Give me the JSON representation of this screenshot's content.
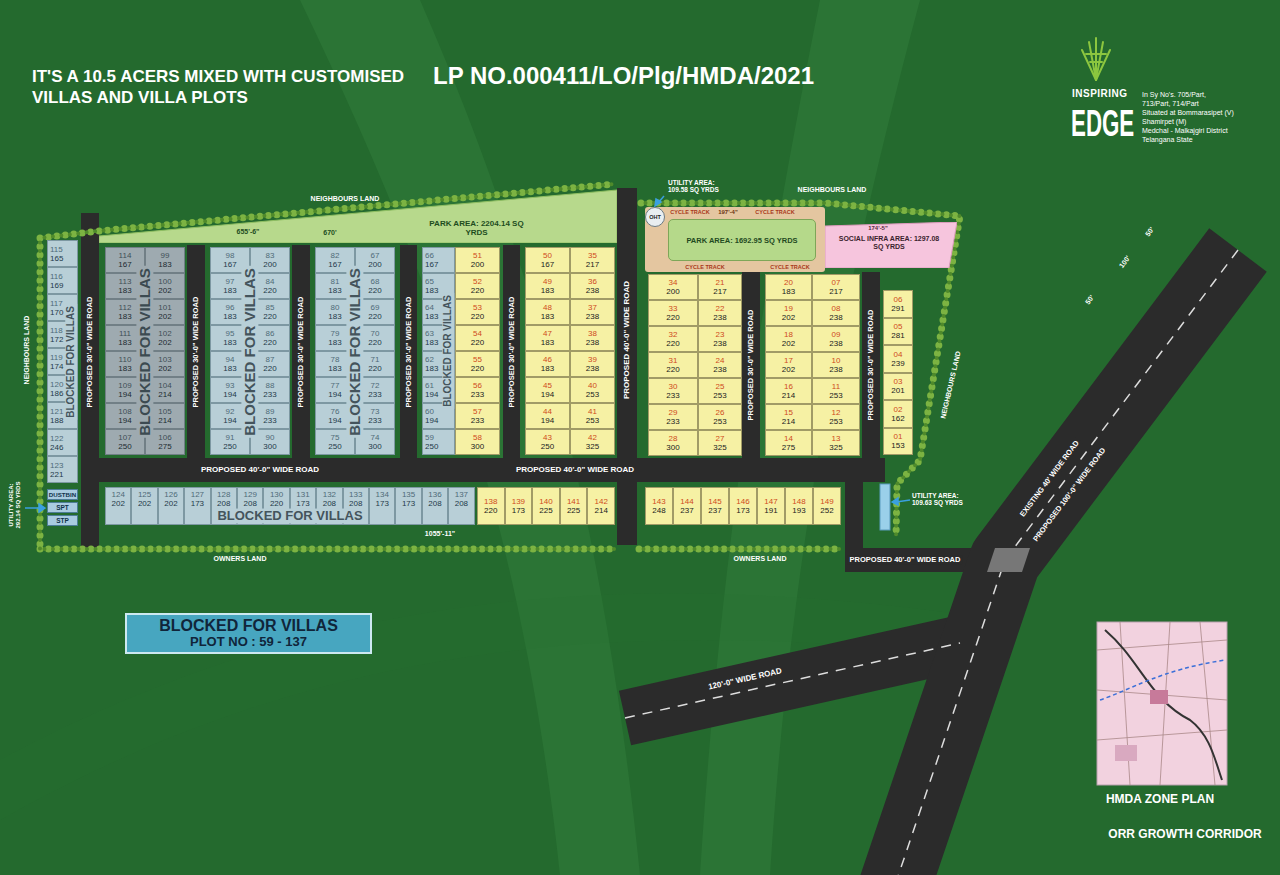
{
  "diagram": {
    "title": "IT'S A 10.5 ACERS MIXED WITH CUSTOMISED VILLAS AND VILLA PLOTS",
    "nodes": [
      {
        "text": [
          "PARK AREA: 2204.14 SQ YRDS"
        ]
      },
      {
        "text": [
          "OHT"
        ]
      },
      {
        "text": [
          "PARK AREA: 1692.95 SQ YRDS"
        ]
      },
      {
        "text": [
          "SOCIAL INFRA AREA: 1297.08 SQ YRDS"
        ]
      },
      {
        "text": [
          "115",
          "165"
        ]
      },
      {
        "text": [
          "116",
          "169"
        ]
      },
      {
        "text": [
          "117",
          "170"
        ]
      },
      {
        "text": [
          "118",
          "172"
        ]
      },
      {
        "text": [
          "119",
          "174"
        ]
      },
      {
        "text": [
          "120",
          "186"
        ]
      },
      {
        "text": [
          "121",
          "188"
        ]
      },
      {
        "text": [
          "122",
          "246"
        ]
      },
      {
        "text": [
          "123",
          "221"
        ]
      },
      {
        "text": [
          "114",
          "167"
        ]
      },
      {
        "text": [
          "113",
          "183"
        ]
      },
      {
        "text": [
          "112",
          "183"
        ]
      },
      {
        "text": [
          "111",
          "183"
        ]
      },
      {
        "text": [
          "110",
          "183"
        ]
      },
      {
        "text": [
          "109",
          "194"
        ]
      },
      {
        "text": [
          "108",
          "194"
        ]
      },
      {
        "text": [
          "107",
          "250"
        ]
      },
      {
        "text": [
          "99",
          "183"
        ]
      },
      {
        "text": [
          "100",
          "202"
        ]
      },
      {
        "text": [
          "101",
          "202"
        ]
      },
      {
        "text": [
          "102",
          "202"
        ]
      },
      {
        "text": [
          "103",
          "202"
        ]
      },
      {
        "text": [
          "104",
          "214"
        ]
      },
      {
        "text": [
          "105",
          "214"
        ]
      },
      {
        "text": [
          "106",
          "275"
        ]
      },
      {
        "text": [
          "98",
          "167"
        ]
      },
      {
        "text": [
          "97",
          "183"
        ]
      },
      {
        "text": [
          "96",
          "183"
        ]
      },
      {
        "text": [
          "95",
          "183"
        ]
      },
      {
        "text": [
          "94",
          "183"
        ]
      },
      {
        "text": [
          "93",
          "194"
        ]
      },
      {
        "text": [
          "92",
          "194"
        ]
      },
      {
        "text": [
          "91",
          "250"
        ]
      },
      {
        "text": [
          "83",
          "200"
        ]
      },
      {
        "text": [
          "84",
          "220"
        ]
      },
      {
        "text": [
          "85",
          "220"
        ]
      },
      {
        "text": [
          "86",
          "220"
        ]
      },
      {
        "text": [
          "87",
          "220"
        ]
      },
      {
        "text": [
          "88",
          "233"
        ]
      },
      {
        "text": [
          "89",
          "233"
        ]
      },
      {
        "text": [
          "90",
          "300"
        ]
      },
      {
        "text": [
          "82",
          "167"
        ]
      },
      {
        "text": [
          "81",
          "183"
        ]
      },
      {
        "text": [
          "80",
          "183"
        ]
      },
      {
        "text": [
          "79",
          "183"
        ]
      },
      {
        "text": [
          "78",
          "183"
        ]
      },
      {
        "text": [
          "77",
          "194"
        ]
      },
      {
        "text": [
          "76",
          "194"
        ]
      },
      {
        "text": [
          "75",
          "250"
        ]
      },
      {
        "text": [
          "67",
          "200"
        ]
      },
      {
        "text": [
          "68",
          "220"
        ]
      },
      {
        "text": [
          "69",
          "220"
        ]
      },
      {
        "text": [
          "70",
          "220"
        ]
      },
      {
        "text": [
          "71",
          "220"
        ]
      },
      {
        "text": [
          "72",
          "233"
        ]
      },
      {
        "text": [
          "73",
          "233"
        ]
      },
      {
        "text": [
          "74",
          "300"
        ]
      },
      {
        "text": [
          "66",
          "167"
        ]
      },
      {
        "text": [
          "65",
          "183"
        ]
      },
      {
        "text": [
          "64",
          "183"
        ]
      },
      {
        "text": [
          "63",
          "183"
        ]
      },
      {
        "text": [
          "62",
          "183"
        ]
      },
      {
        "text": [
          "61",
          "194"
        ]
      },
      {
        "text": [
          "60",
          "194"
        ]
      },
      {
        "text": [
          "59",
          "250"
        ]
      },
      {
        "text": [
          "51",
          "200"
        ]
      },
      {
        "text": [
          "52",
          "220"
        ]
      },
      {
        "text": [
          "53",
          "220"
        ]
      },
      {
        "text": [
          "54",
          "220"
        ]
      },
      {
        "text": [
          "55",
          "220"
        ]
      },
      {
        "text": [
          "56",
          "233"
        ]
      },
      {
        "text": [
          "57",
          "233"
        ]
      },
      {
        "text": [
          "58",
          "300"
        ]
      },
      {
        "text": [
          "50",
          "167"
        ]
      },
      {
        "text": [
          "49",
          "183"
        ]
      },
      {
        "text": [
          "48",
          "183"
        ]
      },
      {
        "text": [
          "47",
          "183"
        ]
      },
      {
        "text": [
          "46",
          "183"
        ]
      },
      {
        "text": [
          "45",
          "194"
        ]
      },
      {
        "text": [
          "44",
          "194"
        ]
      },
      {
        "text": [
          "43",
          "250"
        ]
      },
      {
        "text": [
          "35",
          "217"
        ]
      },
      {
        "text": [
          "36",
          "238"
        ]
      },
      {
        "text": [
          "37",
          "238"
        ]
      },
      {
        "text": [
          "38",
          "238"
        ]
      },
      {
        "text": [
          "39",
          "238"
        ]
      },
      {
        "text": [
          "40",
          "253"
        ]
      },
      {
        "text": [
          "41",
          "253"
        ]
      },
      {
        "text": [
          "42",
          "325"
        ]
      },
      {
        "text": [
          "34",
          "200"
        ]
      },
      {
        "text": [
          "33",
          "220"
        ]
      },
      {
        "text": [
          "32",
          "220"
        ]
      },
      {
        "text": [
          "31",
          "220"
        ]
      },
      {
        "text": [
          "30",
          "233"
        ]
      },
      {
        "text": [
          "29",
          "233"
        ]
      },
      {
        "text": [
          "28",
          "300"
        ]
      },
      {
        "text": [
          "21",
          "217"
        ]
      },
      {
        "text": [
          "22",
          "238"
        ]
      },
      {
        "text": [
          "23",
          "238"
        ]
      },
      {
        "text": [
          "24",
          "238"
        ]
      },
      {
        "text": [
          "25",
          "253"
        ]
      },
      {
        "text": [
          "26",
          "253"
        ]
      },
      {
        "text": [
          "27",
          "325"
        ]
      },
      {
        "text": [
          "20",
          "183"
        ]
      },
      {
        "text": [
          "19",
          "202"
        ]
      },
      {
        "text": [
          "18",
          "202"
        ]
      },
      {
        "text": [
          "17",
          "202"
        ]
      },
      {
        "text": [
          "16",
          "214"
        ]
      },
      {
        "text": [
          "15",
          "214"
        ]
      },
      {
        "text": [
          "14",
          "275"
        ]
      },
      {
        "text": [
          "07",
          "217"
        ]
      },
      {
        "text": [
          "08",
          "238"
        ]
      },
      {
        "text": [
          "09",
          "238"
        ]
      },
      {
        "text": [
          "10",
          "238"
        ]
      },
      {
        "text": [
          "11",
          "253"
        ]
      },
      {
        "text": [
          "12",
          "253"
        ]
      },
      {
        "text": [
          "13",
          "325"
        ]
      },
      {
        "text": [
          "06",
          "291"
        ]
      },
      {
        "text": [
          "05",
          "281"
        ]
      },
      {
        "text": [
          "04",
          "239"
        ]
      },
      {
        "text": [
          "03",
          "201"
        ]
      },
      {
        "text": [
          "02",
          "162"
        ]
      },
      {
        "text": [
          "01",
          "153"
        ]
      },
      {
        "text": [
          "124",
          "202"
        ]
      },
      {
        "text": [
          "125",
          "202"
        ]
      },
      {
        "text": [
          "126",
          "202"
        ]
      },
      {
        "text": [
          "127",
          "173"
        ]
      },
      {
        "text": [
          "128",
          "208"
        ]
      },
      {
        "text": [
          "129",
          "208"
        ]
      },
      {
        "text": [
          "130",
          "220"
        ]
      },
      {
        "text": [
          "131",
          "173"
        ]
      },
      {
        "text": [
          "132",
          "208"
        ]
      },
      {
        "text": [
          "133",
          "208"
        ]
      },
      {
        "text": [
          "134",
          "173"
        ]
      },
      {
        "text": [
          "135",
          "173"
        ]
      },
      {
        "text": [
          "136",
          "208"
        ]
      },
      {
        "text": [
          "137",
          "208"
        ]
      },
      {
        "text": [
          "138",
          "220"
        ]
      },
      {
        "text": [
          "139",
          "173"
        ]
      },
      {
        "text": [
          "140",
          "225"
        ]
      },
      {
        "text": [
          "141",
          "225"
        ]
      },
      {
        "text": [
          "142",
          "214"
        ]
      },
      {
        "text": [
          "143",
          "248"
        ]
      },
      {
        "text": [
          "144",
          "237"
        ]
      },
      {
        "text": [
          "145",
          "237"
        ]
      },
      {
        "text": [
          "146",
          "173"
        ]
      },
      {
        "text": [
          "147",
          "191"
        ]
      },
      {
        "text": [
          "148",
          "193"
        ]
      },
      {
        "text": [
          "149",
          "252"
        ]
      },
      {
        "text": [
          "DUSTBIN"
        ]
      },
      {
        "text": [
          "SPT"
        ]
      },
      {
        "text": [
          "STP"
        ]
      },
      {
        "text": [
          "BLOCKED FOR VILLAS",
          "PLOT NO : 59 - 137"
        ]
      }
    ],
    "labels": [
      "LP NO.000411/LO/Plg/HMDA/2021",
      "INSPIRING",
      "EDGE",
      "In Sy No's. 705/Part,",
      "713/Part, 714/Part",
      "Situated at Bommarasipet (V)",
      "Shamirpet (M)",
      "Medchal - Malkajgiri District",
      "Telangana State",
      "NEIGHBOURS LAND",
      "NEIGHBOURS LAND",
      "NEIGHBOURS LAND",
      "NEIGHBOURS LAND",
      "OWNERS LAND",
      "OWNERS LAND",
      "UTILITY AREA: 109.58 SQ YRDS",
      "UTILITY AREA: 109.63 SQ YRDS",
      "UTILITY AREA: 292.14 SQ YRDS",
      "PROPOSED 30'-0\" WIDE ROAD",
      "PROPOSED 30'-0\" WIDE ROAD",
      "PROPOSED 30'-0\" WIDE ROAD",
      "PROPOSED 30'-0\" WIDE ROAD",
      "PROPOSED 30'-0\" WIDE ROAD",
      "PROPOSED 30'-0\" WIDE ROAD",
      "PROPOSED 30'-0\" WIDE ROAD",
      "PROPOSED 40'-0\" WIDE ROAD",
      "PROPOSED 40'-0\" WIDE ROAD",
      "PROPOSED 40'-0\" WIDE ROAD",
      "PROPOSED 40'-0\" WIDE ROAD",
      "120'-0\" WIDE ROAD",
      "EXISTING 40' WIDE ROAD",
      "PROPOSED 100'-0\" WIDE ROAD",
      "100'",
      "50'",
      "50'",
      "655'-6\"",
      "670'",
      "1055'-11\"",
      "174'-5\"",
      "197'-4\"",
      "CYCLE TRACK",
      "CYCLE TRACK",
      "CYCLE TRACK",
      "CYCLE TRACK",
      "BLOCKED FOR VILLAS",
      "BLOCKED FOR VILLAS",
      "BLOCKED FOR VILLAS",
      "BLOCKED FOR VILLAS",
      "BLOCKED FOR VILLAS",
      "BLOCKED FOR VILLAS",
      "HMDA ZONE PLAN",
      "ORR GROWTH CORRIDOR"
    ]
  }
}
